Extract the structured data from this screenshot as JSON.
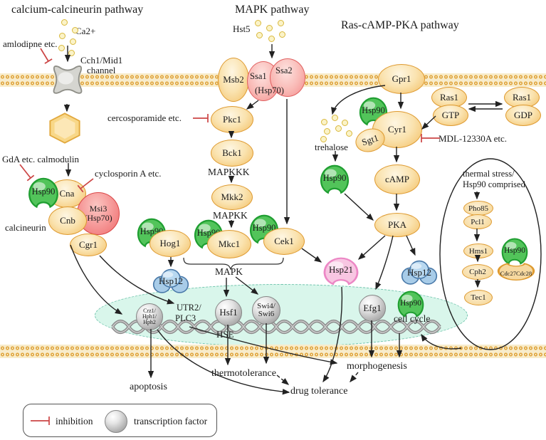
{
  "titles": {
    "calcium": "calcium-calcineurin pathway",
    "mapk": "MAPK  pathway",
    "ras": "Ras-cAMP-PKA pathway"
  },
  "texts": {
    "ca2": "Ca2+",
    "hst5": "Hst5",
    "amlodipne": "amlodipne etc.",
    "channel1": "Cch1/Mid1",
    "channel2": "channel",
    "gda": "GdA etc. calmodulin",
    "cyclosporin": "cyclosporin A etc.",
    "calcineurin": "calcineurin",
    "cercosporamide": "cercosporamide etc.",
    "mapkkk": "MAPKKK",
    "mapkk": "MAPKK",
    "mapk": "MAPK",
    "trehalose": "trehalose",
    "mdl": "MDL-12330A etc.",
    "thermal1": "thermal stress/",
    "thermal2": "Hsp90 comprised",
    "utr21": "UTR2/",
    "utr22": "PLC3",
    "hse": "HSE",
    "cellcycle": "cell cycle",
    "apoptosis": "apoptosis",
    "thermotolerance": "thermotolerance",
    "drug": "drug tolerance",
    "morphogenesis": "morphogenesis"
  },
  "nodes": {
    "msb2": "Msb2",
    "ssa1": "Ssa1",
    "ssa2": "Ssa2",
    "hsp70paren": "(Hsp70)",
    "pkc1": "Pkc1",
    "bck1": "Bck1",
    "mkk2": "Mkk2",
    "mkc1": "Mkc1",
    "hog1": "Hog1",
    "cek1": "Cek1",
    "hsp90": "Hsp90",
    "hsp12": "Hsp12",
    "hsp21": "Hsp21",
    "cna": "Cna",
    "cnb": "Cnb",
    "cgr1": "Cgr1",
    "msi3": "Msi3",
    "gpr1": "Gpr1",
    "cyr1": "Cyr1",
    "sgt1": "Sgt1",
    "ras1": "Ras1",
    "gtp": "GTP",
    "gdp": "GDP",
    "camp": "cAMP",
    "pka": "PKA",
    "pho85": "Pho85",
    "pcl1": "Pcl1",
    "hms1": "Hms1",
    "cph2": "Cph2",
    "tec1": "Tec1",
    "cdc": "Cdc27Cdc28",
    "efg1": "Efg1",
    "hsf1": "Hsf1",
    "crz11": "Crz1/",
    "crz12": "Hph1/",
    "crz13": "Hph2",
    "swi1": "Swi4/",
    "swi2": "Swi6"
  },
  "legend": {
    "inhibition": "inhibition",
    "tf": "transcription factor"
  },
  "colors": {
    "orange_fill": "#F6C96F",
    "orange_border": "#DE9A30",
    "green_hsp90": "#52C45A",
    "green_border": "#1F9E31",
    "pink_hsp70": "#F59090",
    "pink_hsp21": "#F8C6E2",
    "blue_hsp12": "#A8CCE8",
    "gray_tf": "#C9C9C9",
    "nucleus": "#D9F6EB",
    "membrane_bead": "#DFA43C",
    "inhibition_red": "#CC4444"
  }
}
